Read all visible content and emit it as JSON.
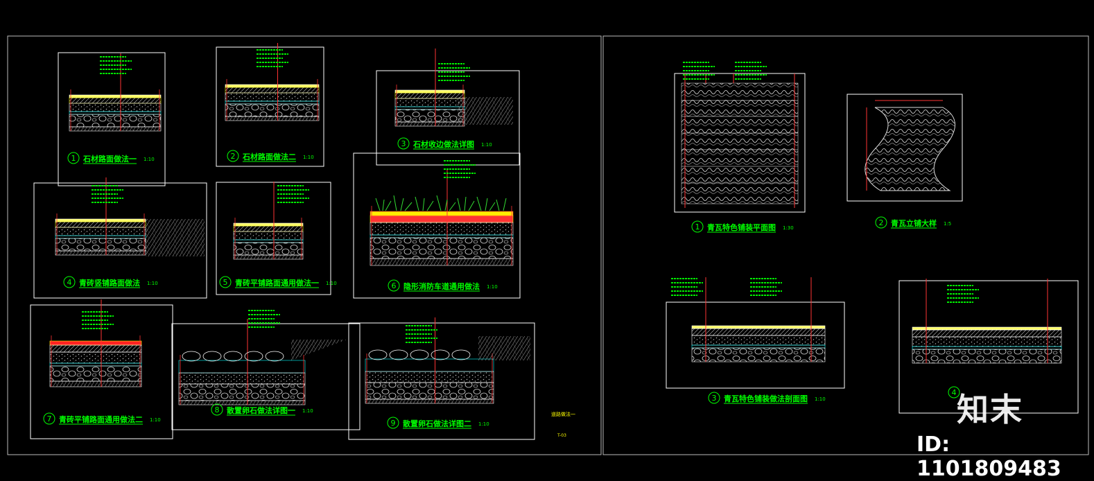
{
  "sheet1": {
    "details": [
      {
        "num": "1",
        "title": "石材路面做法一",
        "scale": "1:10"
      },
      {
        "num": "2",
        "title": "石材路面做法二",
        "scale": "1:10"
      },
      {
        "num": "3",
        "title": "石材收边做法详图",
        "scale": "1:10"
      },
      {
        "num": "4",
        "title": "青砖竖铺路面做法",
        "scale": "1:10"
      },
      {
        "num": "5",
        "title": "青砖平铺路面通用做法一",
        "scale": "1:10"
      },
      {
        "num": "6",
        "title": "隐形消防车道通用做法",
        "scale": "1:10"
      },
      {
        "num": "7",
        "title": "青砖平铺路面通用做法二",
        "scale": "1:10"
      },
      {
        "num": "8",
        "title": "散置卵石做法详图一",
        "scale": "1:10"
      },
      {
        "num": "9",
        "title": "散置卵石做法详图二",
        "scale": "1:10"
      }
    ],
    "sheet_label": "道路做法一",
    "sheet_num": "T-03"
  },
  "sheet2": {
    "details": [
      {
        "num": "1",
        "title": "青瓦特色铺装平面图",
        "scale": "1:30"
      },
      {
        "num": "2",
        "title": "青瓦立铺大样",
        "scale": "1:5"
      },
      {
        "num": "3",
        "title": "青瓦特色铺装做法剖面图",
        "scale": "1:10"
      },
      {
        "num": "4",
        "title": "",
        "scale": ""
      }
    ]
  },
  "watermark": {
    "logo": "知末",
    "id": "ID: 1101809483"
  },
  "colors": {
    "green": "#00ff00",
    "red": "#ff2222",
    "yellow": "#ffff00",
    "cyan": "#00ffff",
    "frame": "#ffffff"
  }
}
